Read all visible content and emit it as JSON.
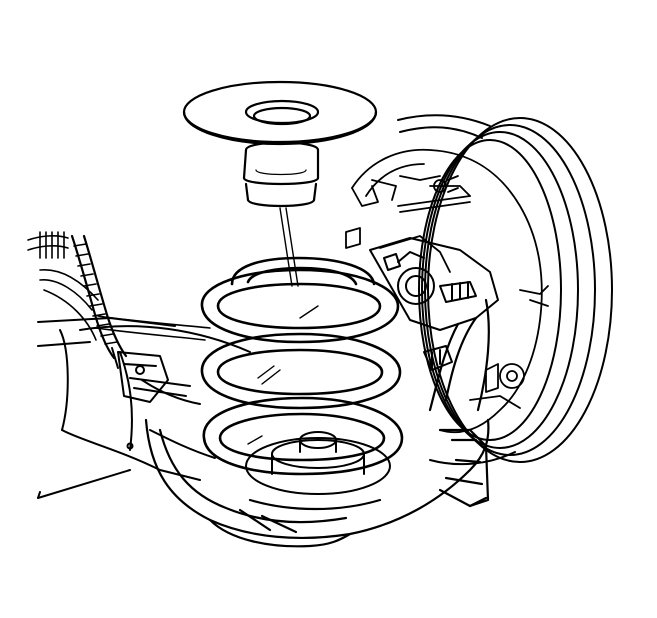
{
  "figure": {
    "background_color": "#ffffff",
    "line_color": "#000000",
    "style": "black-and-white technical line drawing",
    "components": [
      "spring-seat-insulator",
      "coil-spring",
      "brake-drum",
      "backing-plate",
      "suspension-arm",
      "axle-housing",
      "brake-line"
    ]
  }
}
